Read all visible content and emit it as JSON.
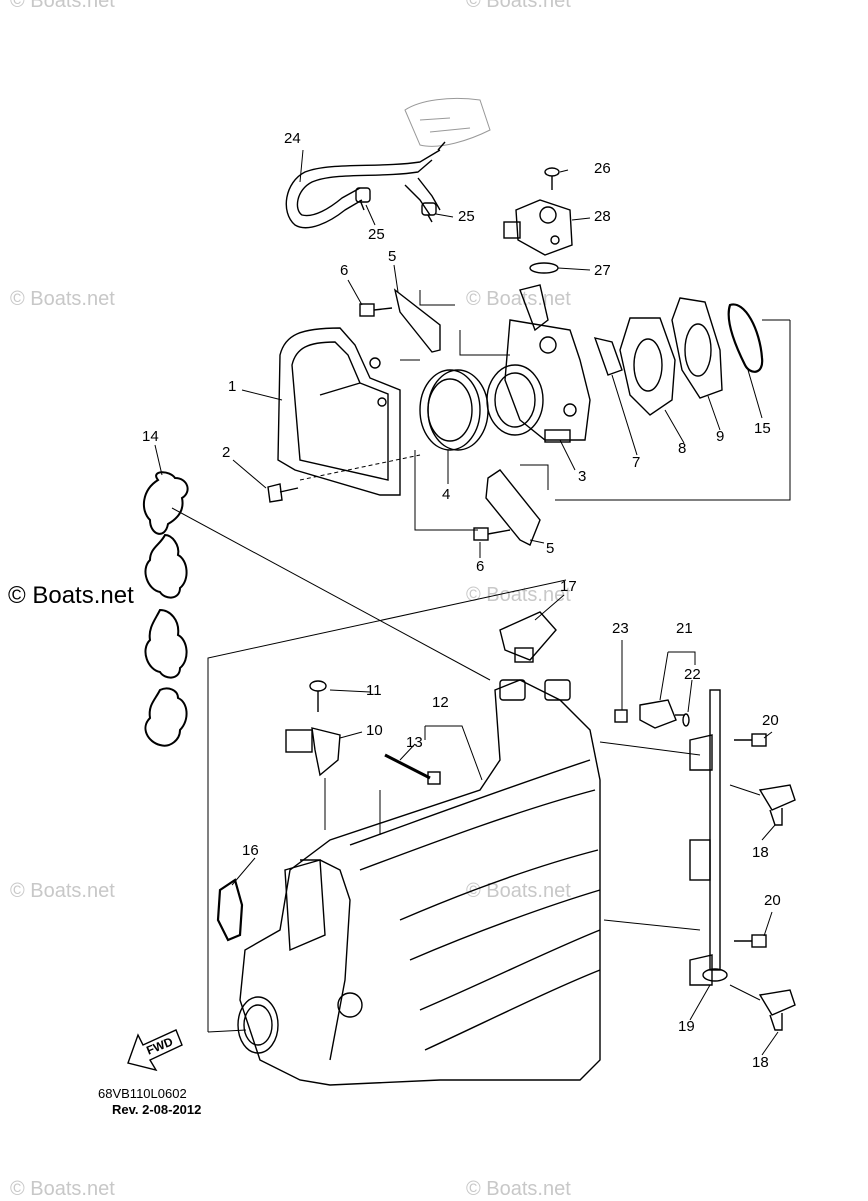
{
  "watermark": {
    "text": "© Boats.net"
  },
  "callouts": {
    "c1": "1",
    "c2": "2",
    "c3": "3",
    "c4": "4",
    "c5a": "5",
    "c5b": "5",
    "c6a": "6",
    "c6b": "6",
    "c7": "7",
    "c8": "8",
    "c9": "9",
    "c10": "10",
    "c11": "11",
    "c12": "12",
    "c13": "13",
    "c14": "14",
    "c15": "15",
    "c16": "16",
    "c17": "17",
    "c18a": "18",
    "c18b": "18",
    "c19": "19",
    "c20a": "20",
    "c20b": "20",
    "c21": "21",
    "c22": "22",
    "c23": "23",
    "c24": "24",
    "c25a": "25",
    "c25b": "25",
    "c26": "26",
    "c27": "27",
    "c28": "28"
  },
  "diagram_id": "68VB110L0602",
  "revision": "Rev. 2-08-2012",
  "fwd_label": "FWD"
}
